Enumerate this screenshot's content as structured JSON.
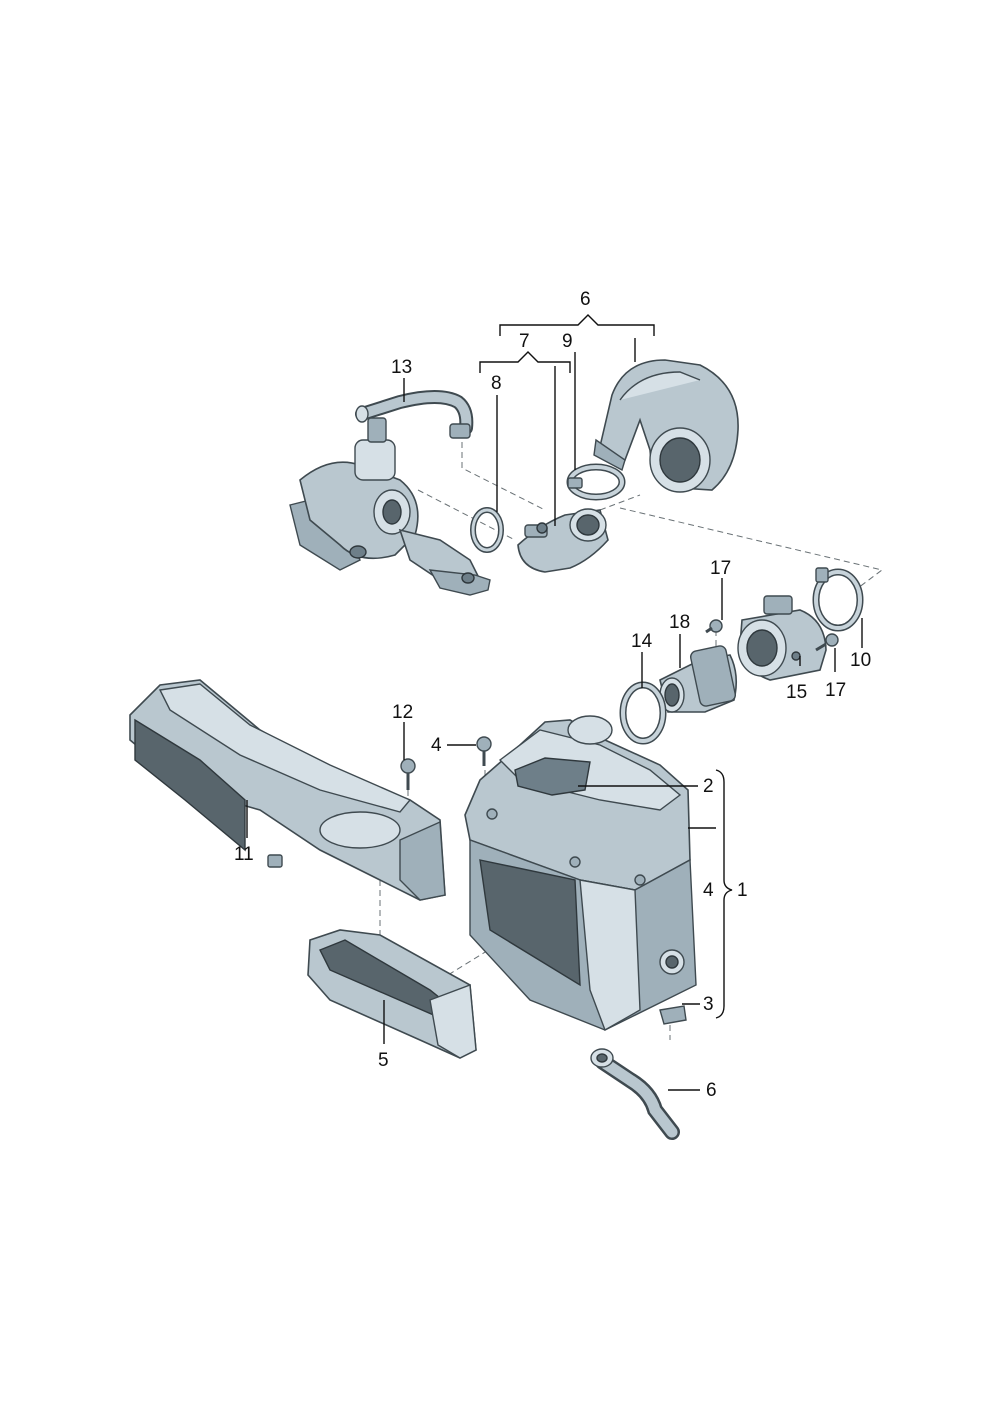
{
  "diagram": {
    "callouts": [
      {
        "id": "c1",
        "text": "1"
      },
      {
        "id": "c2",
        "text": "2"
      },
      {
        "id": "c3",
        "text": "3"
      },
      {
        "id": "c4a",
        "text": "4"
      },
      {
        "id": "c4b",
        "text": "4"
      },
      {
        "id": "c5",
        "text": "5"
      },
      {
        "id": "c6",
        "text": "6"
      },
      {
        "id": "c7",
        "text": "7"
      },
      {
        "id": "c8",
        "text": "8"
      },
      {
        "id": "c9",
        "text": "9"
      },
      {
        "id": "c10",
        "text": "10"
      },
      {
        "id": "c11",
        "text": "11"
      },
      {
        "id": "c12",
        "text": "12"
      },
      {
        "id": "c13",
        "text": "13"
      },
      {
        "id": "c14",
        "text": "14"
      },
      {
        "id": "c15",
        "text": "15"
      },
      {
        "id": "c16",
        "text": "16"
      },
      {
        "id": "c17a",
        "text": "17"
      },
      {
        "id": "c17b",
        "text": "17"
      },
      {
        "id": "c18",
        "text": "18"
      }
    ]
  }
}
